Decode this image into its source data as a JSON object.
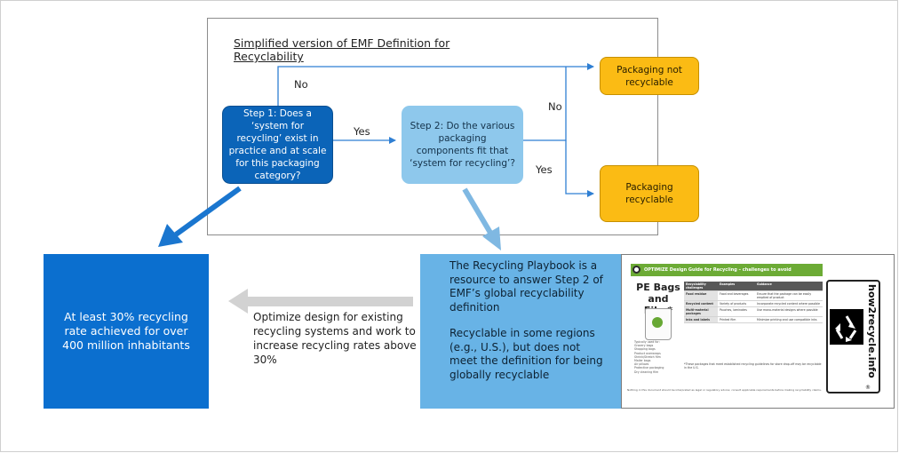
{
  "title": "Simplified version of EMF Definition for Recyclability",
  "step1": "Step 1: Does a ‘system for recycling’ exist in practice and at scale for this packaging category?",
  "step2": "Step 2: Do the various packaging components fit that ‘system for recycling’?",
  "outcome_not_recyclable": "Packaging not recyclable",
  "outcome_recyclable": "Packaging recyclable",
  "labels": {
    "no_top": "No",
    "yes_mid": "Yes",
    "no_right": "No",
    "yes_right": "Yes"
  },
  "blue_box": "At least 30% recycling rate achieved for over 400 million inhabitants",
  "middle_text": "Optimize design for existing recycling systems and work to increase recycling rates above 30%",
  "playbook_box": {
    "para1": "The Recycling Playbook is a resource to answer Step 2 of EMF’s global recyclability definition",
    "para2": "Recyclable in some regions (e.g., U.S.), but does not meet the definition for being globally recyclable"
  },
  "guide_thumbnail": {
    "header": "OPTIMIZE Design Guide for Recycling – challenges to avoid",
    "title": "PE Bags and Film*",
    "list": [
      "Typically used for:",
      "Grocery bags",
      "Shopping bags",
      "Product overwraps",
      "Shrink/Stretch film",
      "Mailer bags",
      "Air pillows",
      "Protective packaging",
      "Dry cleaning film"
    ],
    "table_headers": [
      "Recyclability challenges",
      "Examples",
      "Guidance"
    ],
    "table_rows": [
      [
        "Food residue",
        "Food and beverages",
        "Ensure that the package can be easily emptied of product"
      ],
      [
        "Recycled content",
        "Variety of products",
        "Incorporate recycled content where possible"
      ],
      [
        "Multi-material packages",
        "Pouches, laminates",
        "Use mono-material designs where possible"
      ],
      [
        "Inks and labels",
        "Printed film",
        "Minimize printing and use compatible inks"
      ]
    ],
    "note": "*These packages that meet established recycling guidelines for store drop-off may be recyclable in the U.S.",
    "footer": "Nothing in this document should be interpreted as legal or regulatory advice; consult applicable requirements before making recyclability claims."
  },
  "how2recycle": {
    "url": "how2recycle.info",
    "reg": "®",
    "symbol": "recycle-symbol"
  },
  "colors": {
    "dark_blue": "#0b64b8",
    "light_blue": "#8ec8ec",
    "yellow": "#fbbb14",
    "arrow_blue": "#1a76cf",
    "arrow_light": "#7fb8e2",
    "grey_arrow": "#d0d0d0"
  }
}
